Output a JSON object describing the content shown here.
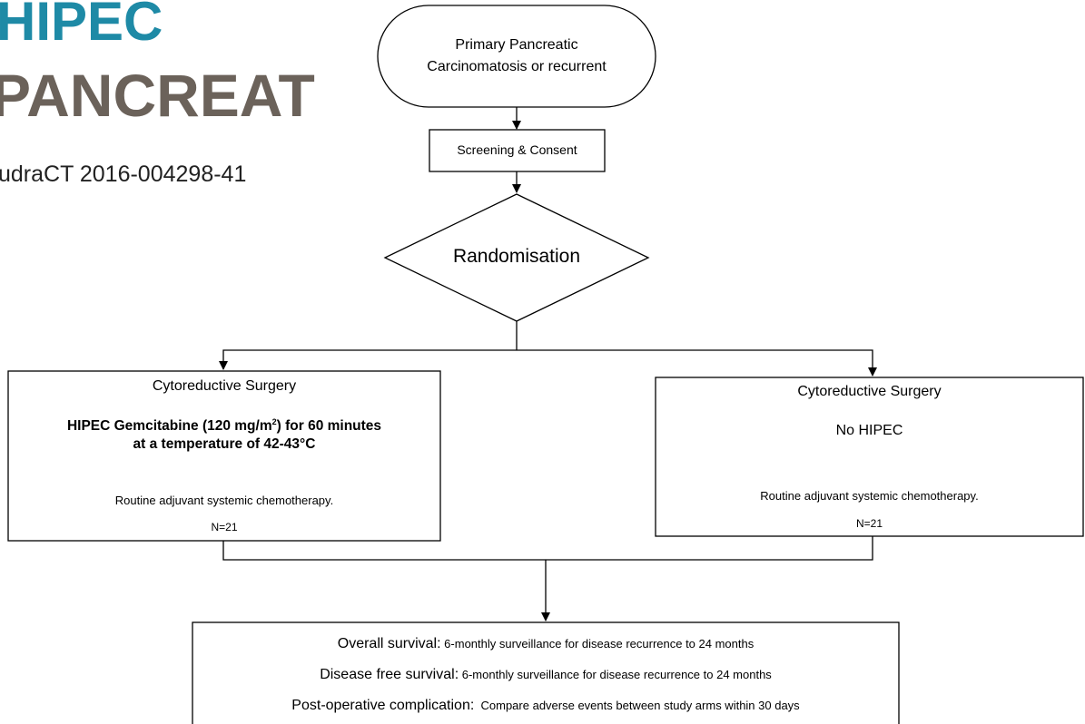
{
  "header": {
    "title_line1": "HIPEC",
    "title_line2": "PANCREAT",
    "eudract": "udraCT 2016-004298-41"
  },
  "flow": {
    "start_line1": "Primary Pancreatic",
    "start_line2": "Carcinomatosis or recurrent",
    "screening": "Screening & Consent",
    "randomisation": "Randomisation",
    "arm_left": {
      "title": "Cytoreductive Surgery",
      "hipec_pre": "HIPEC Gemcitabine (120 mg/m",
      "hipec_sup": "2",
      "hipec_post": ") for 60 minutes",
      "hipec_line2": "at a temperature of 42-43°C",
      "adjuvant": "Routine adjuvant systemic chemotherapy.",
      "n": "N=21"
    },
    "arm_right": {
      "title": "Cytoreductive Surgery",
      "hipec": "No HIPEC",
      "adjuvant": "Routine adjuvant systemic chemotherapy.",
      "n": "N=21"
    },
    "outcomes": [
      {
        "label": "Overall survival:",
        "detail": " 6-monthly surveillance for disease recurrence to 24 months"
      },
      {
        "label": "Disease free survival:",
        "detail": " 6-monthly surveillance for disease recurrence to 24 months"
      },
      {
        "label": "Post-operative complication:",
        "detail": "  Compare adverse events between study arms within 30 days"
      }
    ]
  }
}
